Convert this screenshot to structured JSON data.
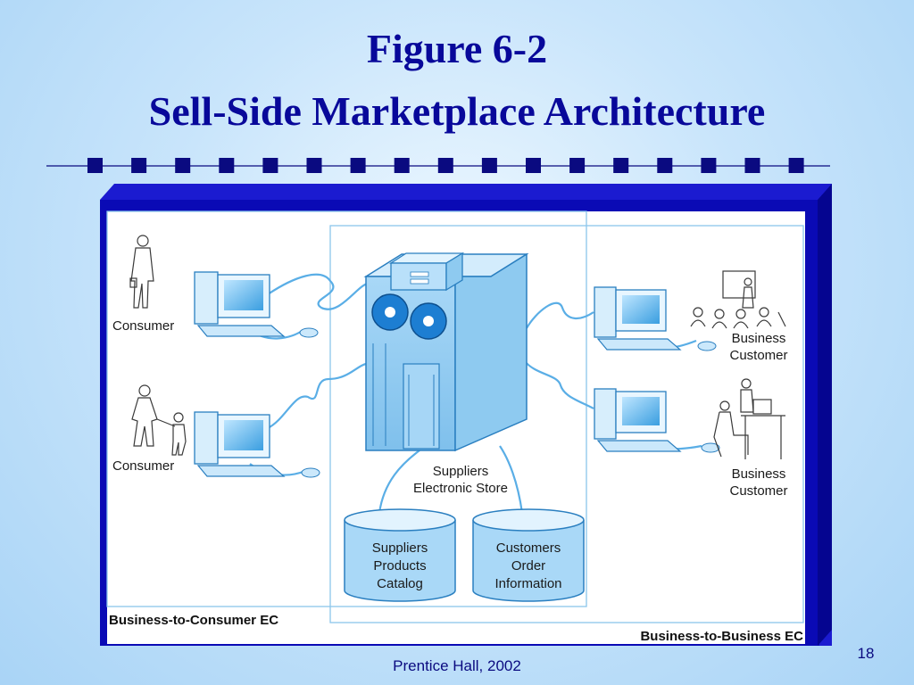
{
  "slide": {
    "title_line1": "Figure 6-2",
    "title_line2": "Sell-Side Marketplace Architecture",
    "page_number": "18",
    "footer": "Prentice Hall, 2002"
  },
  "diagram": {
    "consumer_top_label": "Consumer",
    "consumer_bottom_label": "Consumer",
    "business_top_label": [
      "Business",
      "Customer"
    ],
    "business_bottom_label": [
      "Business",
      "Customer"
    ],
    "store_label": [
      "Suppliers",
      "Electronic Store"
    ],
    "catalog_db_label": [
      "Suppliers",
      "Products",
      "Catalog"
    ],
    "order_db_label": [
      "Customers",
      "Order",
      "Information"
    ],
    "b2c_label": "Business-to-Consumer EC",
    "b2b_label": "Business-to-Business EC"
  },
  "colors": {
    "title": "#08089a",
    "frame": "#0a0ab5",
    "diagram_accent": "#66b6e9"
  }
}
